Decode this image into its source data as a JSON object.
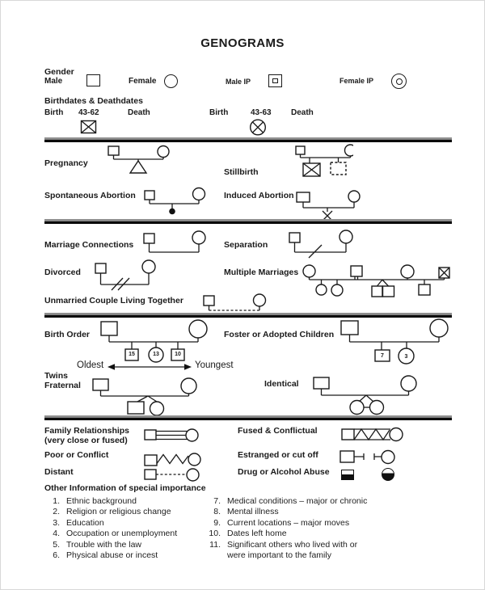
{
  "page": {
    "title": "GENOGRAMS"
  },
  "gender": {
    "heading": "Gender",
    "male_label": "Male",
    "female_label": "Female",
    "male_ip_label": "Male IP",
    "female_ip_label": "Female IP"
  },
  "dates": {
    "heading": "Birthdates & Deathdates",
    "birth_label_1": "Birth",
    "birth_value_1": "43-62",
    "death_label_1": "Death",
    "birth_label_2": "Birth",
    "birth_value_2": "43-63",
    "death_label_2": "Death"
  },
  "pregnancy_section": {
    "pregnancy": "Pregnancy",
    "stillbirth": "Stillbirth",
    "spontaneous_abortion": "Spontaneous Abortion",
    "induced_abortion": "Induced Abortion"
  },
  "marriage_section": {
    "marriage_connections": "Marriage Connections",
    "separation": "Separation",
    "divorced": "Divorced",
    "multiple_marriages": "Multiple Marriages",
    "unmarried": "Unmarried Couple Living Together"
  },
  "children_section": {
    "birth_order": "Birth Order",
    "foster": "Foster or Adopted Children",
    "oldest": "Oldest",
    "youngest": "Youngest",
    "twins": "Twins",
    "fraternal": "Fraternal",
    "identical": "Identical",
    "birth_order_ages": [
      "15",
      "13",
      "10"
    ],
    "foster_ages": [
      "7",
      "3"
    ]
  },
  "relationship_section": {
    "family_relationships": "Family Relationships",
    "family_relationships_sub": "(very close or fused)",
    "fused_conflictual": "Fused & Conflictual",
    "poor_conflict": "Poor or Conflict",
    "estranged": "Estranged or cut off",
    "distant": "Distant",
    "drug_alcohol": "Drug or Alcohol Abuse"
  },
  "other_info": {
    "heading": "Other Information of special importance",
    "left": [
      {
        "num": "1.",
        "text": "Ethnic background"
      },
      {
        "num": "2.",
        "text": "Religion or religious change"
      },
      {
        "num": "3.",
        "text": "Education"
      },
      {
        "num": "4.",
        "text": "Occupation or unemployment"
      },
      {
        "num": "5.",
        "text": "Trouble with the law"
      },
      {
        "num": "6.",
        "text": "Physical abuse or incest"
      }
    ],
    "right": [
      {
        "num": "7.",
        "text": "Medical conditions – major or chronic"
      },
      {
        "num": "8.",
        "text": "Mental illness"
      },
      {
        "num": "9.",
        "text": "Current locations – major moves"
      },
      {
        "num": "10.",
        "text": "Dates left home"
      },
      {
        "num": "11.",
        "text": "Significant others who lived with or"
      },
      {
        "num": "",
        "text": "were important to the family"
      }
    ]
  },
  "colors": {
    "ink": "#1a1a1a",
    "rule_gray": "#8f8f8f",
    "rule_black": "#0a0a0a"
  }
}
